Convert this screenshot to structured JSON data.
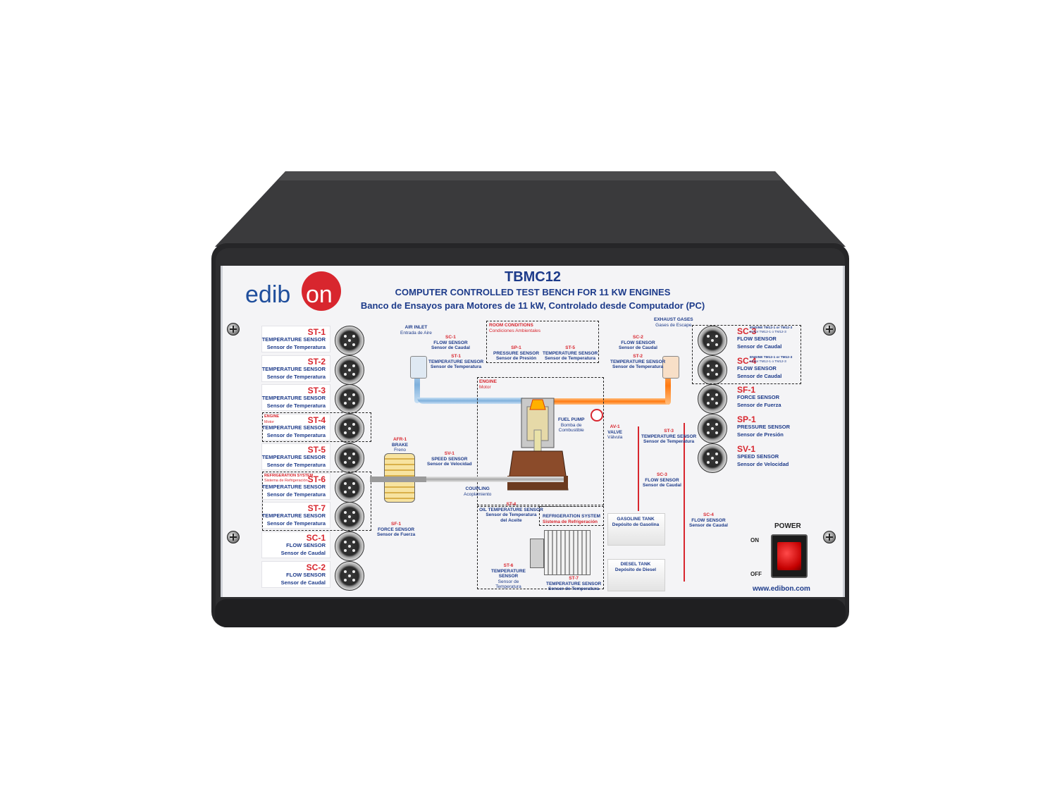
{
  "header": {
    "model": "TBMC12",
    "title_en": "COMPUTER CONTROLLED TEST BENCH FOR 11 KW ENGINES",
    "title_es": "Banco de Ensayos para Motores de 11 kW, Controlado desde Computador (PC)"
  },
  "logo": {
    "text": "edib",
    "highlight": "on"
  },
  "left_sensors": [
    {
      "code": "ST-1",
      "en": "TEMPERATURE SENSOR",
      "es": "Sensor de Temperatura"
    },
    {
      "code": "ST-2",
      "en": "TEMPERATURE SENSOR",
      "es": "Sensor de Temperatura"
    },
    {
      "code": "ST-3",
      "en": "TEMPERATURE SENSOR",
      "es": "Sensor de Temperatura"
    },
    {
      "code": "ST-4",
      "en": "TEMPERATURE SENSOR",
      "es": "Sensor de Temperatura",
      "group": "ENGINE",
      "group_es": "Motor"
    },
    {
      "code": "ST-5",
      "en": "TEMPERATURE SENSOR",
      "es": "Sensor de Temperatura"
    },
    {
      "code": "ST-6",
      "en": "TEMPERATURE SENSOR",
      "es": "Sensor de Temperatura",
      "group": "REFRIGERATION SYSTEM",
      "group_es": "Sistema de Refrigeración"
    },
    {
      "code": "ST-7",
      "en": "TEMPERATURE SENSOR",
      "es": "Sensor de Temperatura"
    },
    {
      "code": "SC-1",
      "en": "FLOW SENSOR",
      "es": "Sensor de Caudal"
    },
    {
      "code": "SC-2",
      "en": "FLOW SENSOR",
      "es": "Sensor de Caudal"
    }
  ],
  "right_sensors": [
    {
      "code": "SC-3",
      "en": "FLOW SENSOR",
      "es": "Sensor de Caudal",
      "note1": "ENGINE TM12-1 or TM12-3",
      "note2": "Motor TM12-1 o TM12-3"
    },
    {
      "code": "SC-4",
      "en": "FLOW SENSOR",
      "es": "Sensor de Caudal",
      "note1": "ENGINE TM12-1 or TM12-3",
      "note2": "Motor TM12-1 o TM12-3"
    },
    {
      "code": "SF-1",
      "en": "FORCE SENSOR",
      "es": "Sensor de Fuerza"
    },
    {
      "code": "SP-1",
      "en": "PRESSURE SENSOR",
      "es": "Sensor de Presión"
    },
    {
      "code": "SV-1",
      "en": "SPEED SENSOR",
      "es": "Sensor de Velocidad"
    }
  ],
  "diagram": {
    "air_inlet": "AIR INLET",
    "air_inlet_es": "Entrada de Aire",
    "sc1_code": "SC-1",
    "sc1_en": "FLOW SENSOR",
    "sc1_es": "Sensor de Caudal",
    "st1_code": "ST-1",
    "st1_en": "TEMPERATURE SENSOR",
    "st1_es": "Sensor de Temperatura",
    "room": "ROOM CONDITIONS",
    "room_es": "Condiciones Ambientales",
    "sp1_code": "SP-1",
    "sp1_en": "PRESSURE SENSOR",
    "sp1_es": "Sensor de Presión",
    "st5_code": "ST-5",
    "st5_en": "TEMPERATURE SENSOR",
    "st5_es": "Sensor de Temperatura",
    "exhaust": "EXHAUST GASES",
    "exhaust_es": "Gases de Escape",
    "sc2_code": "SC-2",
    "sc2_en": "FLOW SENSOR",
    "sc2_es": "Sensor de Caudal",
    "st2_code": "ST-2",
    "st2_en": "TEMPERATURE SENSOR",
    "st2_es": "Sensor de Temperatura",
    "engine": "ENGINE",
    "engine_es": "Motor",
    "fuel_pump": "FUEL PUMP",
    "fuel_pump_es1": "Bomba de",
    "fuel_pump_es2": "Combustible",
    "av1_code": "AV-1",
    "av1_en": "VALVE",
    "av1_es": "Válvula",
    "st3_code": "ST-3",
    "st3_en": "TEMPERATURE SENSOR",
    "st3_es": "Sensor de Temperatura",
    "sc3_code": "SC-3",
    "sc3_en": "FLOW SENSOR",
    "sc3_es": "Sensor de Caudal",
    "sc4_code": "SC-4",
    "sc4_en": "FLOW SENSOR",
    "sc4_es": "Sensor de Caudal",
    "afr_code": "AFR-1",
    "afr_en": "BRAKE",
    "afr_es": "Freno",
    "sv1_code": "SV-1",
    "sv1_en": "SPEED SENSOR",
    "sv1_es": "Sensor de Velocidad",
    "coupling": "COUPLING",
    "coupling_es": "Acoplamiento",
    "st4_code": "ST-4",
    "st4_en": "OIL TEMPERATURE SENSOR",
    "st4_es1": "Sensor de Temperatura",
    "st4_es2": "del Aceite",
    "sf1_code": "SF-1",
    "sf1_en": "FORCE SENSOR",
    "sf1_es": "Sensor de Fuerza",
    "refrig": "REFRIGERATION SYSTEM",
    "refrig_es": "Sistema de Refrigeración",
    "st6_code": "ST-6",
    "st6_en1": "TEMPERATURE",
    "st6_en2": "SENSOR",
    "st6_es1": "Sensor de",
    "st6_es2": "Temperatura",
    "st7_code": "ST-7",
    "st7_en": "TEMPERATURE SENSOR",
    "st7_es": "Sensor de Temperatura",
    "gasoline": "GASOLINE TANK",
    "gasoline_es": "Depósito de Gasolina",
    "diesel": "DIESEL TANK",
    "diesel_es": "Depósito de Diesel"
  },
  "power": {
    "label": "POWER",
    "on": "ON",
    "off": "OFF"
  },
  "footer": {
    "url": "www.edibon.com"
  },
  "colors": {
    "brand_blue": "#1d3b8a",
    "brand_red": "#d8262e",
    "enclosure": "#2b2b2d"
  }
}
